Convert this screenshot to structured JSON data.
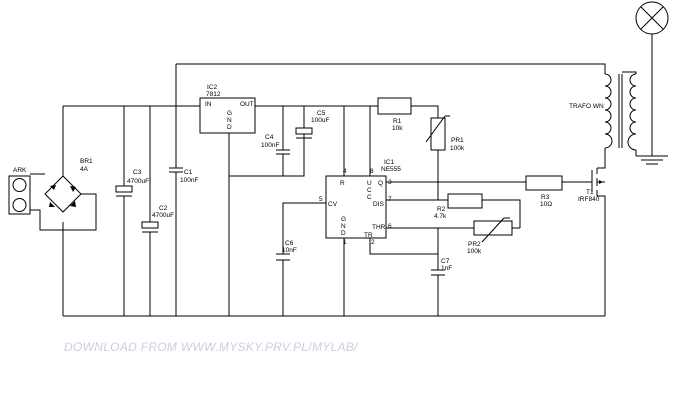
{
  "components": {
    "ark": {
      "ref": "ARK"
    },
    "br1": {
      "ref": "BR1",
      "value": "4A"
    },
    "c3": {
      "ref": "C3",
      "value": "4700uF"
    },
    "c2": {
      "ref": "C2",
      "value": "4700uF"
    },
    "c1": {
      "ref": "C1",
      "value": "100nF"
    },
    "ic2": {
      "ref": "IC2",
      "value": "7812",
      "pin_in": "IN",
      "pin_out": "OUT",
      "pin_gnd": [
        "G",
        "N",
        "D"
      ]
    },
    "c4": {
      "ref": "C4",
      "value": "100nF"
    },
    "c5": {
      "ref": "C5",
      "value": "100uF"
    },
    "r1": {
      "ref": "R1",
      "value": "10k"
    },
    "pr1": {
      "ref": "PR1",
      "value": "100k"
    },
    "ic1": {
      "ref": "IC1",
      "value": "NE555",
      "pin_r": "R",
      "pin_cv": "CV",
      "pin_gnd": [
        "G",
        "N",
        "D"
      ],
      "pin_vcc": [
        "U",
        "C",
        "C"
      ],
      "pin_q": "Q",
      "pin_dis": "DIS",
      "pin_thr": "THR",
      "pin_tr": "TR",
      "pin_numbers": {
        "p4": "4",
        "p8": "8",
        "p5": "5",
        "p1": "1",
        "p3": "3",
        "p7": "7",
        "p6": "6",
        "p2": "2"
      }
    },
    "c6": {
      "ref": "C6",
      "value": "10nF"
    },
    "r2": {
      "ref": "R2",
      "value": "4.7k"
    },
    "pr2": {
      "ref": "PR2",
      "value": "100k"
    },
    "c7": {
      "ref": "C7",
      "value": "1nF"
    },
    "r3": {
      "ref": "R3",
      "value": "10Ω"
    },
    "t1": {
      "ref": "T1",
      "value": "IRF840"
    },
    "trafo": {
      "ref": "TRAFO WN"
    }
  },
  "lamp": {
    "icon": "lamp-icon"
  },
  "ground": {
    "icon": "ground-icon"
  },
  "watermark": "DOWNLOAD FROM WWW.MYSKY.PRV.PL/MYLAB/"
}
